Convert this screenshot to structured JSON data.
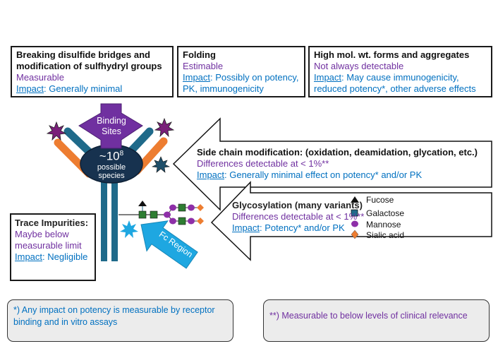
{
  "colors": {
    "purple": "#7030a0",
    "blue": "#0070c0",
    "antibody_teal": "#1f6a8a",
    "antibody_orange": "#ed7d31",
    "core": "#17324f",
    "fc_arrow": "#1ea7e1",
    "glycan_green": "#2e7d32"
  },
  "boxes": {
    "disulfide": {
      "title_1": "Breaking disulfide bridges and",
      "title_2": "modification of sulfhydryl groups",
      "status": "Measurable",
      "impact_label": "Impact",
      "impact_text": ": Generally minimal"
    },
    "folding": {
      "title": "Folding",
      "status": "Estimable",
      "impact_label": "Impact",
      "impact_text_1": ": Possibly on potency,",
      "impact_text_2": "PK,  immunogenicity"
    },
    "aggregates": {
      "title": "High mol. wt. forms and aggregates",
      "status": "Not always detectable",
      "impact_label": "Impact",
      "impact_text_1": ": May cause immunogenicity,",
      "impact_text_2": "reduced potency*, other adverse effects"
    },
    "side_chain": {
      "title": "Side chain modification: (oxidation, deamidation, glycation, etc.)",
      "status": "Differences detectable at < 1%**",
      "impact_label": "Impact",
      "impact_text": ": Generally minimal effect on potency* and/or PK"
    },
    "glycosylation": {
      "title": "Glycosylation (many variants)",
      "status": "Differences detectable at < 1%**",
      "impact_label": "Impact",
      "impact_text": ": Potency* and/or PK"
    },
    "trace": {
      "title": "Trace Impurities:",
      "status_1": "Maybe below",
      "status_2": "measurable limit",
      "impact_label": "Impact",
      "impact_text": ": Negligible"
    }
  },
  "antibody": {
    "binding_1": "Binding",
    "binding_2": "Sites",
    "core_main": "~10",
    "core_sup": "8",
    "core_1": "possible",
    "core_2": "species",
    "fc": "Fc Region"
  },
  "legend": [
    {
      "icon": "triangle",
      "label": "Fucose"
    },
    {
      "icon": "square",
      "label": "Galactose"
    },
    {
      "icon": "circle",
      "label": "Mannose"
    },
    {
      "icon": "diamond",
      "label": "Sialic acid"
    }
  ],
  "notes": {
    "potency_1": "*) Any impact on potency is measurable by receptor",
    "potency_2": "binding and in vitro assays",
    "clinical": "**) Measurable to below levels of clinical relevance"
  }
}
